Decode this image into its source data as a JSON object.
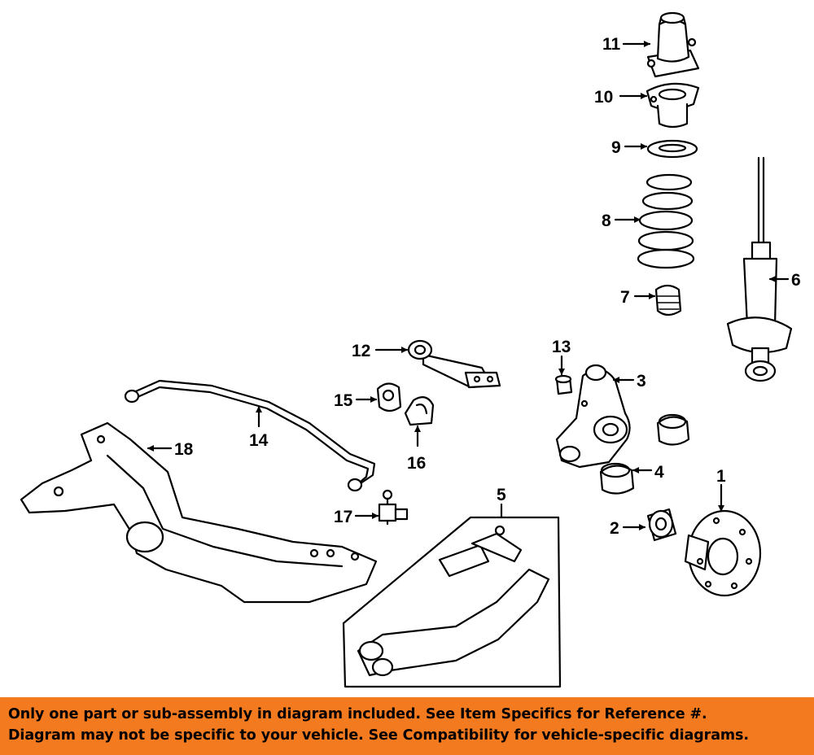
{
  "callouts": [
    {
      "num": "1"
    },
    {
      "num": "2"
    },
    {
      "num": "3"
    },
    {
      "num": "4"
    },
    {
      "num": "5"
    },
    {
      "num": "6"
    },
    {
      "num": "7"
    },
    {
      "num": "8"
    },
    {
      "num": "9"
    },
    {
      "num": "10"
    },
    {
      "num": "11"
    },
    {
      "num": "12"
    },
    {
      "num": "13"
    },
    {
      "num": "14"
    },
    {
      "num": "15"
    },
    {
      "num": "16"
    },
    {
      "num": "17"
    },
    {
      "num": "18"
    }
  ],
  "disclaimer": {
    "line1": "Only one part or sub-assembly in diagram included. See Item Specifics for Reference #.",
    "line2": "Diagram may not be specific to your vehicle. See Compatibility for vehicle-specific diagrams."
  },
  "colors": {
    "banner": "#f47a20",
    "ink": "#000000",
    "paper": "#ffffff"
  }
}
